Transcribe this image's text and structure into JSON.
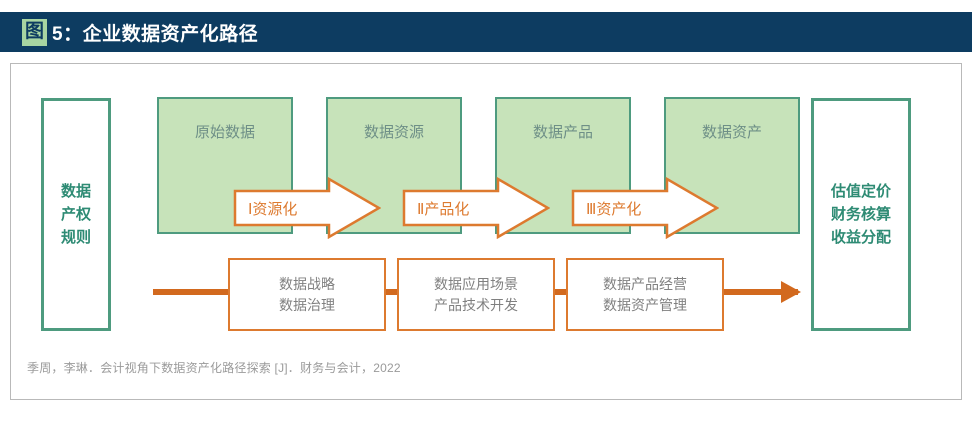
{
  "title": {
    "figure_badge": "图",
    "text": "5：企业数据资产化路径",
    "bar_color": "#0d3c61",
    "badge_color": "#a8d5a2"
  },
  "diagram": {
    "left_box": {
      "lines": [
        "数据",
        "产权",
        "规则"
      ],
      "border_color": "#4e9b7f",
      "text_color": "#2e8b74"
    },
    "right_box": {
      "lines": [
        "估值定价",
        "财务核算",
        "收益分配"
      ],
      "border_color": "#4e9b7f",
      "text_color": "#2e8b74"
    },
    "stage_boxes": [
      {
        "label": "原始数据"
      },
      {
        "label": "数据资源"
      },
      {
        "label": "数据产品"
      },
      {
        "label": "数据资产"
      }
    ],
    "stage_box_fill": "#c7e3ba",
    "stage_box_border": "#4e9b7f",
    "stage_box_text_color": "#6e8f87",
    "arrows": [
      {
        "label": "Ⅰ资源化"
      },
      {
        "label": "Ⅱ产品化"
      },
      {
        "label": "Ⅲ资产化"
      }
    ],
    "arrow_color": "#dd7a2f",
    "task_boxes": [
      {
        "lines": [
          "数据战略",
          "数据治理"
        ]
      },
      {
        "lines": [
          "数据应用场景",
          "产品技术开发"
        ]
      },
      {
        "lines": [
          "数据产品经营",
          "数据资产管理"
        ]
      }
    ],
    "task_box_border": "#dd7a2f",
    "task_box_text_color": "#808080",
    "connector_color": "#d2691e"
  },
  "source_note": "季周，李琳．会计视角下数据资产化路径探索 [J]．财务与会计，2022"
}
